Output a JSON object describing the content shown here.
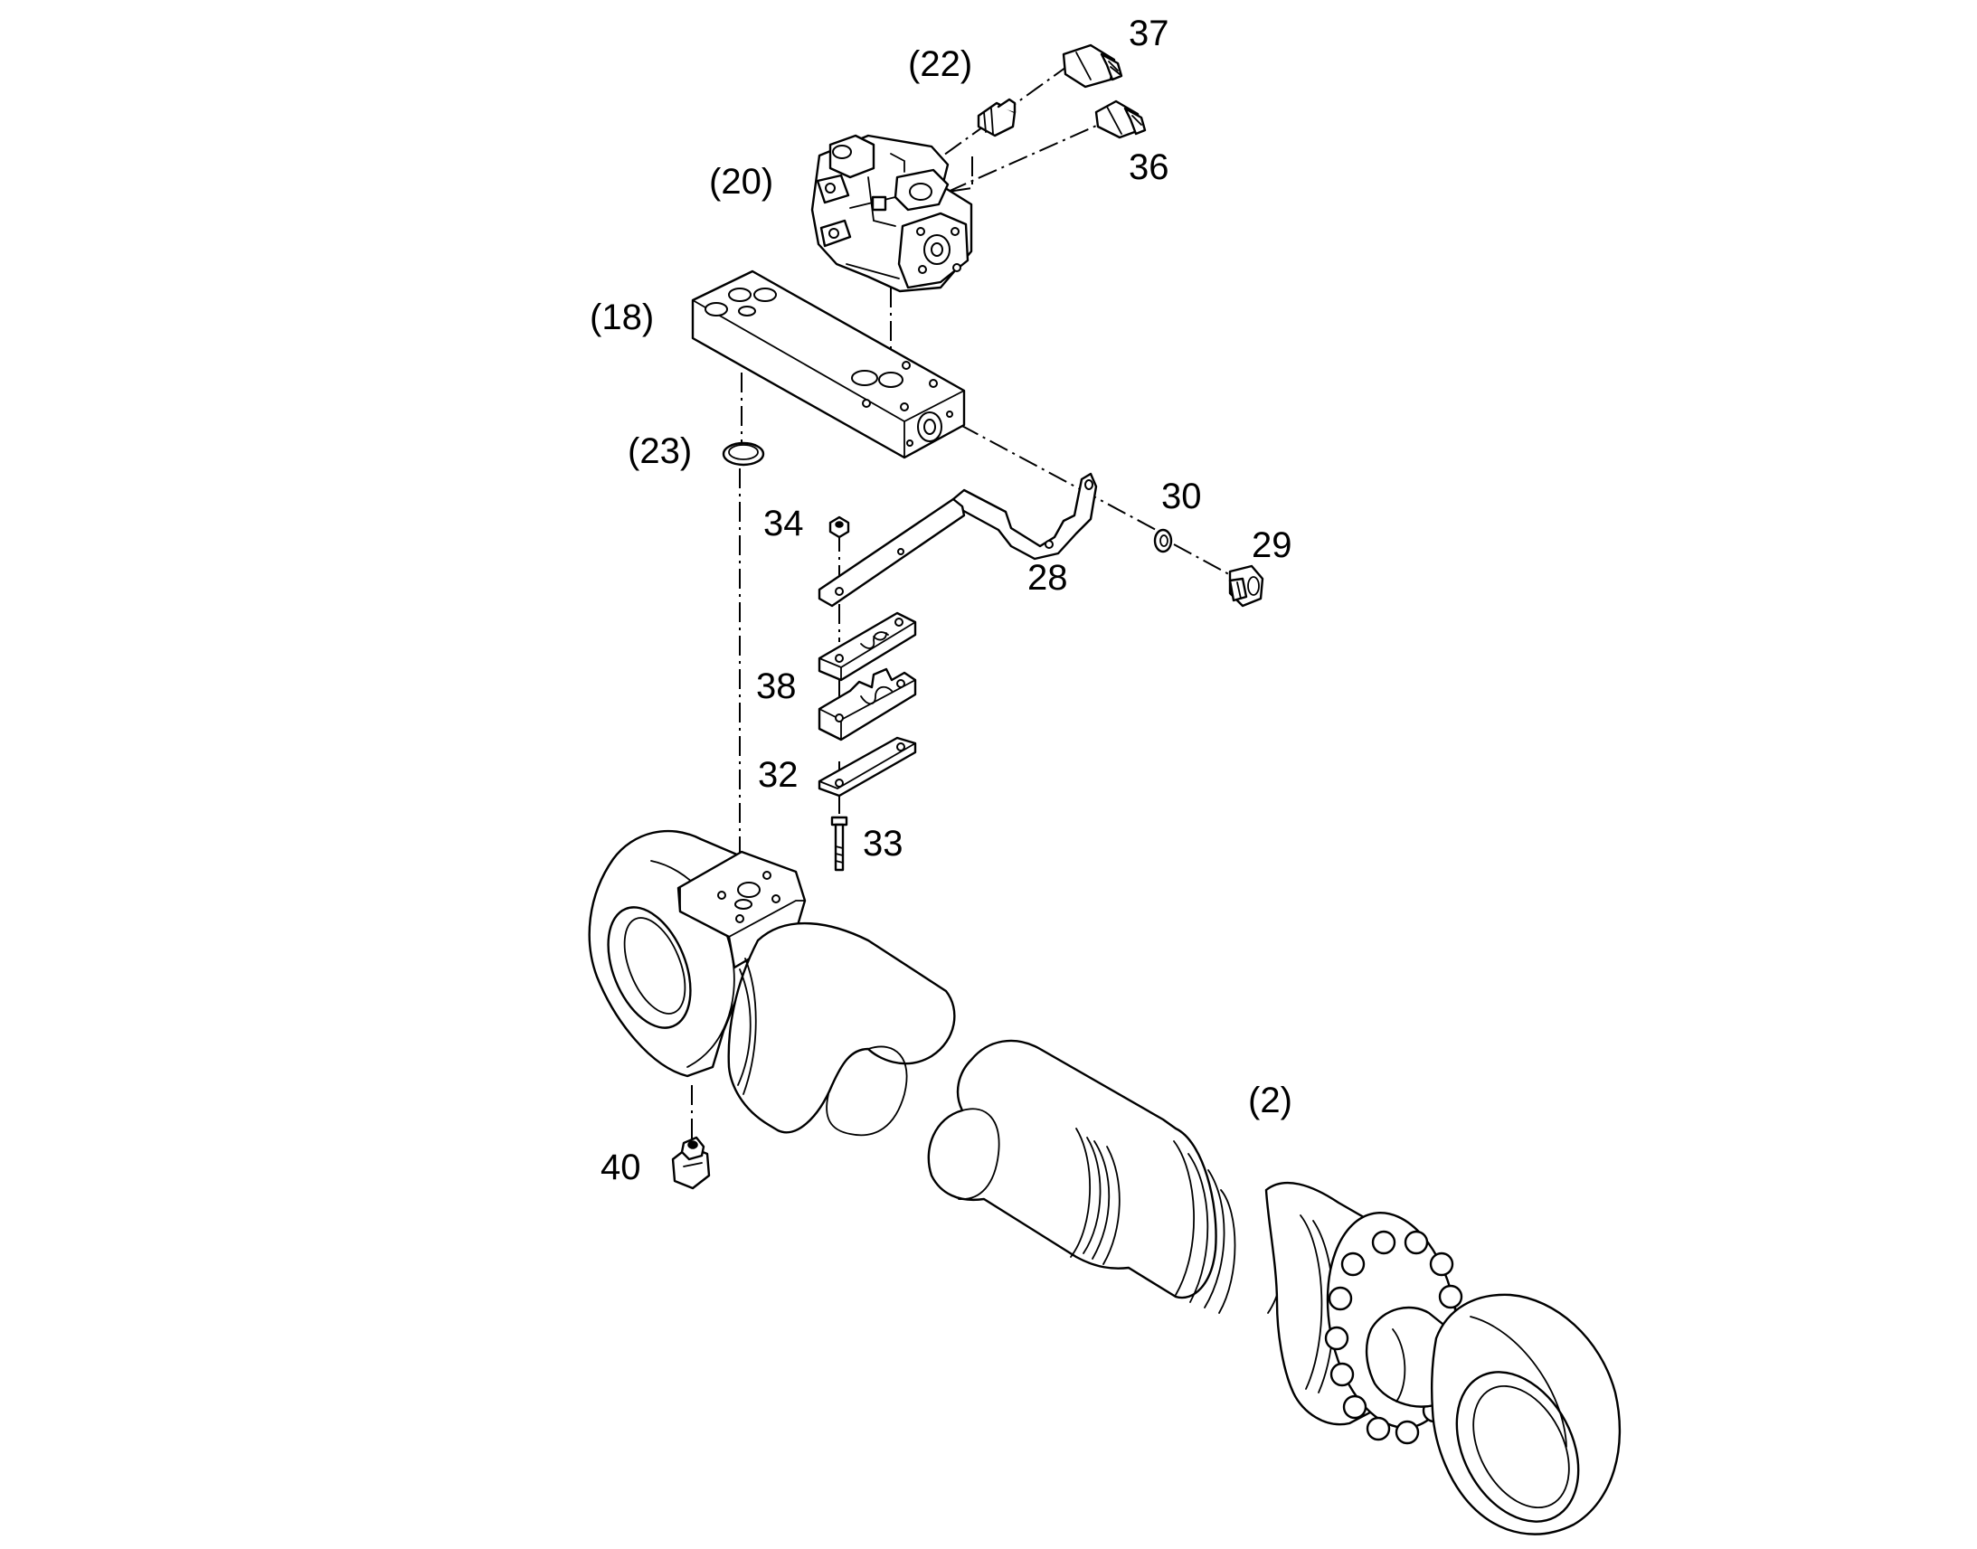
{
  "diagram": {
    "type": "exploded-parts-drawing",
    "background_color": "#ffffff",
    "line_color": "#000000",
    "callouts": [
      {
        "id": "c37",
        "text": "37",
        "part": "elbow-fitting"
      },
      {
        "id": "c22",
        "text": "(22)",
        "part": "adapter-fitting"
      },
      {
        "id": "c36",
        "text": "36",
        "part": "elbow-fitting"
      },
      {
        "id": "c20",
        "text": "(20)",
        "part": "valve-block"
      },
      {
        "id": "c18",
        "text": "(18)",
        "part": "mounting-plate"
      },
      {
        "id": "c23",
        "text": "(23)",
        "part": "o-ring"
      },
      {
        "id": "c30",
        "text": "30",
        "part": "washer"
      },
      {
        "id": "c34",
        "text": "34",
        "part": "nut"
      },
      {
        "id": "c29",
        "text": "29",
        "part": "bolt"
      },
      {
        "id": "c28",
        "text": "28",
        "part": "bracket"
      },
      {
        "id": "c38",
        "text": "38",
        "part": "hose-clamp"
      },
      {
        "id": "c32",
        "text": "32",
        "part": "clamp-plate"
      },
      {
        "id": "c33",
        "text": "33",
        "part": "long-bolt"
      },
      {
        "id": "c2",
        "text": "(2)",
        "part": "hydraulic-cylinder"
      },
      {
        "id": "c40",
        "text": "40",
        "part": "grease-nipple"
      }
    ]
  }
}
